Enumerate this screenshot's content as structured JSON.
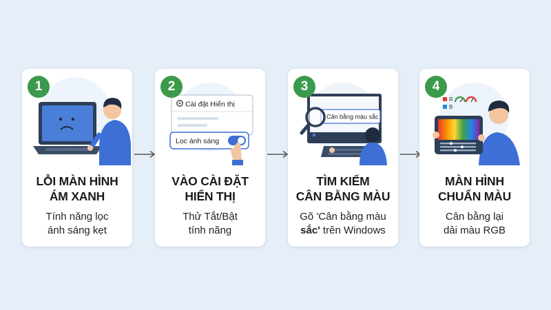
{
  "steps": [
    {
      "number": "1",
      "title": [
        "LỖI MÀN HÌNH",
        "ÁM XANH"
      ],
      "desc": [
        "Tính năng lọc",
        "ánh sáng kẹt"
      ]
    },
    {
      "number": "2",
      "title": [
        "VÀO CÀI ĐẶT",
        "HIỂN THỊ"
      ],
      "desc": [
        "Thử Tắt/Bật",
        "tính năng"
      ],
      "panel_title": "Cài đặt Hiển thị",
      "toggle_label": "Lọc ánh sáng"
    },
    {
      "number": "3",
      "title": [
        "TÌM KIẾM",
        "CÂN BẰNG MÀU"
      ],
      "desc_line1": "Gõ 'Cân bằng màu",
      "desc_line2_bold": "sắc'",
      "desc_line2_rest": " trên Windows",
      "search_text": "Cân bằng màu sắc"
    },
    {
      "number": "4",
      "title": [
        "MÀN HÌNH",
        "CHUẨN MÀU"
      ],
      "desc": [
        "Cân bằng lại",
        "dải màu RGB"
      ],
      "legend_r": "R",
      "legend_b": "B"
    }
  ],
  "colors": {
    "badge": "#3b9a4c",
    "accent_blue": "#3e6fd6",
    "laptop_screen": "#4a7fd9",
    "card_bg": "#ffffff",
    "page_bg": "#e6eff8"
  }
}
